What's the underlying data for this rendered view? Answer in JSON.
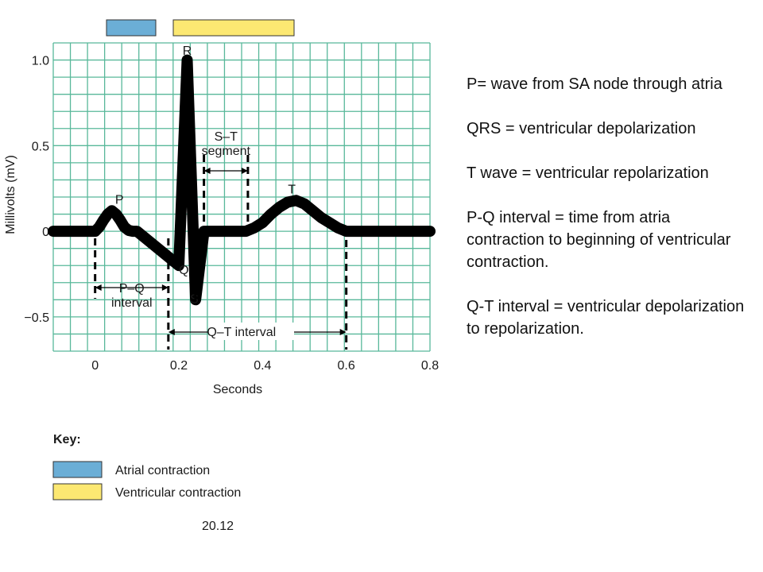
{
  "chart_data": {
    "type": "line",
    "xlabel": "Seconds",
    "ylabel": "Millivolts (mV)",
    "xlim": [
      -0.1,
      0.8
    ],
    "ylim": [
      -0.7,
      1.1
    ],
    "x_ticks": [
      "0",
      "0.2",
      "0.4",
      "0.6",
      "0.8"
    ],
    "y_ticks": [
      "1.0",
      "0.5",
      "0",
      "−0.5"
    ],
    "grid": true,
    "series": [
      {
        "x": [
          -0.1,
          0.0,
          0.01,
          0.02,
          0.03,
          0.04,
          0.05,
          0.06,
          0.07,
          0.08,
          0.09,
          0.1,
          0.2,
          0.22,
          0.24,
          0.26,
          0.36,
          0.38,
          0.4,
          0.42,
          0.44,
          0.46,
          0.48,
          0.5,
          0.52,
          0.54,
          0.56,
          0.58,
          0.6,
          0.8
        ],
        "y": [
          0,
          0,
          0.025,
          0.065,
          0.1,
          0.12,
          0.1,
          0.065,
          0.025,
          0.005,
          0,
          0,
          -0.2,
          1.0,
          -0.4,
          0,
          0,
          0.02,
          0.05,
          0.1,
          0.14,
          0.17,
          0.18,
          0.16,
          0.12,
          0.08,
          0.05,
          0.02,
          0,
          0
        ]
      }
    ],
    "wave_labels": [
      {
        "text": "P",
        "x": 0.058,
        "y": 0.16
      },
      {
        "text": "R",
        "x": 0.22,
        "y": 1.03
      },
      {
        "text": "Q",
        "x": 0.212,
        "y": -0.25
      },
      {
        "text": "S",
        "x": 0.237,
        "y": -0.42
      },
      {
        "text": "T",
        "x": 0.47,
        "y": 0.22
      }
    ],
    "intervals": [
      {
        "name": "S–T segment",
        "lines": [
          "S–T",
          "segment"
        ],
        "x0": 0.26,
        "x1": 0.365
      },
      {
        "name": "P–Q interval",
        "lines": [
          "P–Q",
          "interval"
        ],
        "x0": 0.0,
        "x1": 0.175
      },
      {
        "name": "Q–T interval",
        "lines": [
          "Q–T interval"
        ],
        "x0": 0.175,
        "x1": 0.6
      }
    ]
  },
  "bars": {
    "atrial_color": "#6baed6",
    "ventricular_color": "#fce872"
  },
  "key": {
    "title": "Key:",
    "items": [
      {
        "label": "Atrial contraction",
        "color": "#6baed6"
      },
      {
        "label": "Ventricular contraction",
        "color": "#fce872"
      }
    ]
  },
  "figure_number": "20.12",
  "notes": [
    "P= wave from SA node through atria",
    "QRS = ventricular depolarization",
    "T wave = ventricular repolarization",
    "P-Q interval = time from atria contraction to beginning of ventricular contraction.",
    "Q-T interval = ventricular depolarization to repolarization."
  ],
  "colors": {
    "grid": "#58b89a",
    "trace": "#000000",
    "text": "#1a1a1a"
  }
}
